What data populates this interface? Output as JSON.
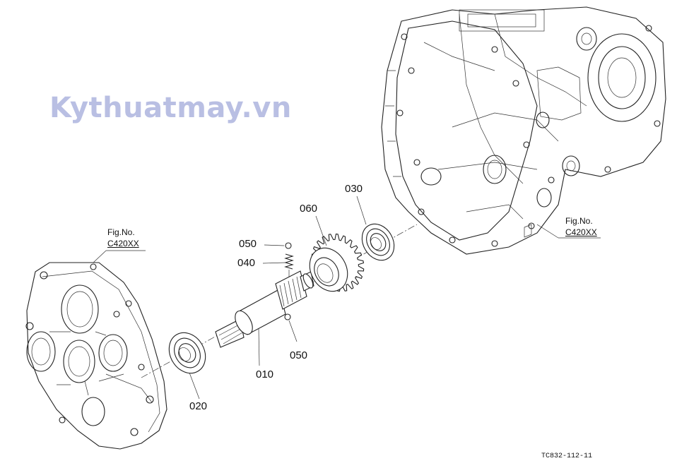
{
  "watermark": "Kythuatmay.vn",
  "figure_refs": [
    {
      "line1": "Fig.No.",
      "line2": "C420XX"
    },
    {
      "line1": "Fig.No.",
      "line2": "C420XX"
    }
  ],
  "part_labels": {
    "p010": "010",
    "p020": "020",
    "p030": "030",
    "p040": "040",
    "p050a": "050",
    "p050b": "050",
    "p060": "060"
  },
  "drawing_ref": "TC832-112-11"
}
